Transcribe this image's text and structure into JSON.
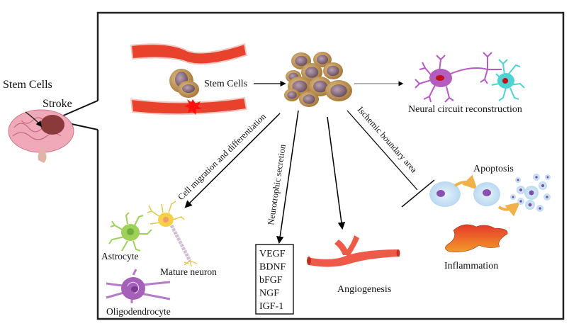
{
  "labels": {
    "stem_cells_left": "Stem Cells",
    "stroke": "Stroke",
    "stem_cells_center": "Stem Cells",
    "neural_circuit": "Neural circuit reconstruction",
    "cell_migration": "Cell migration and differentiation",
    "neurotrophic": "Neurotrophic secretion",
    "ischemic": "Ischemic boundary area",
    "apoptosis": "Apoptosis",
    "inflammation": "Inflammation",
    "angiogenesis": "Angiogenesis",
    "astrocyte": "Astrocyte",
    "mature_neuron": "Mature neuron",
    "oligodendrocyte": "Oligodendrocyte"
  },
  "factors": [
    "VEGF",
    "BDNF",
    "bFGF",
    "NGF",
    "IGF-1"
  ],
  "colors": {
    "vessel": "#e8412c",
    "vessel_edge": "#f3c8c4",
    "cell_outer": "#c9a063",
    "cell_nucleus": "#8e7280",
    "neuron_purple": "#b45cc0",
    "neuron_cyan": "#4fd2d2",
    "brain": "#f0a9b8",
    "stroke_area": "#8a3a3a",
    "apoptosis_cell": "#cfe6f7",
    "arrow_orange": "#f0b04a",
    "inflammation_top": "#e53a2a",
    "inflammation_bottom": "#f39a2a",
    "astrocyte": "#9ed05a",
    "mature_neuron": "#f7d04a",
    "oligodendrocyte": "#a560b8"
  }
}
